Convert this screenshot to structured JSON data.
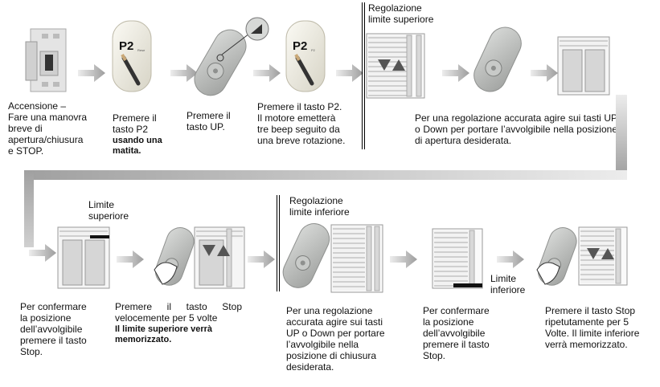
{
  "steps": {
    "s1": {
      "text": "Accensione –\nFare una manovra\nbreve di\napertura/chiusura\ne STOP."
    },
    "s2": {
      "text": "Premere il\ntasto P2",
      "bold": "usando una\nmatita."
    },
    "s3": {
      "text": "Premere il\ntasto UP."
    },
    "s4": {
      "text": "Premere il tasto P2.\nIl motore emetterà\ntre beep seguito da\nuna breve rotazione."
    },
    "s5": {
      "title": "Regolazione\nlimite superiore",
      "text": "Per una regolazione accurata agire sui tasti UP o Down per portare l’avvolgibile nella posizione di apertura desiderata."
    },
    "s6": {
      "label": "Limite\nsuperiore",
      "text": "Per confermare\nla posizione\ndell’avvolgibile\npremere il tasto\nStop."
    },
    "s7": {
      "text": "Premere il tasto Stop velocemente per 5 volte",
      "bold": "Il limite superiore verrà memorizzato."
    },
    "s8": {
      "title": "Regolazione\nlimite inferiore",
      "text": "Per una regolazione\naccurata agire sui tasti\nUP o Down per portare\nl’avvolgibile nella\nposizione di chiusura\ndesiderata."
    },
    "s9": {
      "label": "Limite\ninferiore",
      "text": "Per confermare\nla posizione\ndell’avvolgibile\npremere il tasto\nStop."
    },
    "s10": {
      "text": "Premere il tasto Stop ripetutamente per 5 Volte. Il limite inferiore verrà memorizzato."
    }
  },
  "remote": {
    "p2_label": "P2",
    "small_text_1": "Rese",
    "small_text_2": "P2"
  },
  "colors": {
    "arrow": "#a6a6a6",
    "remote_gray": "#b9bbb9",
    "remote_white": "#f1efe6",
    "blind": "#dcdcdc"
  }
}
